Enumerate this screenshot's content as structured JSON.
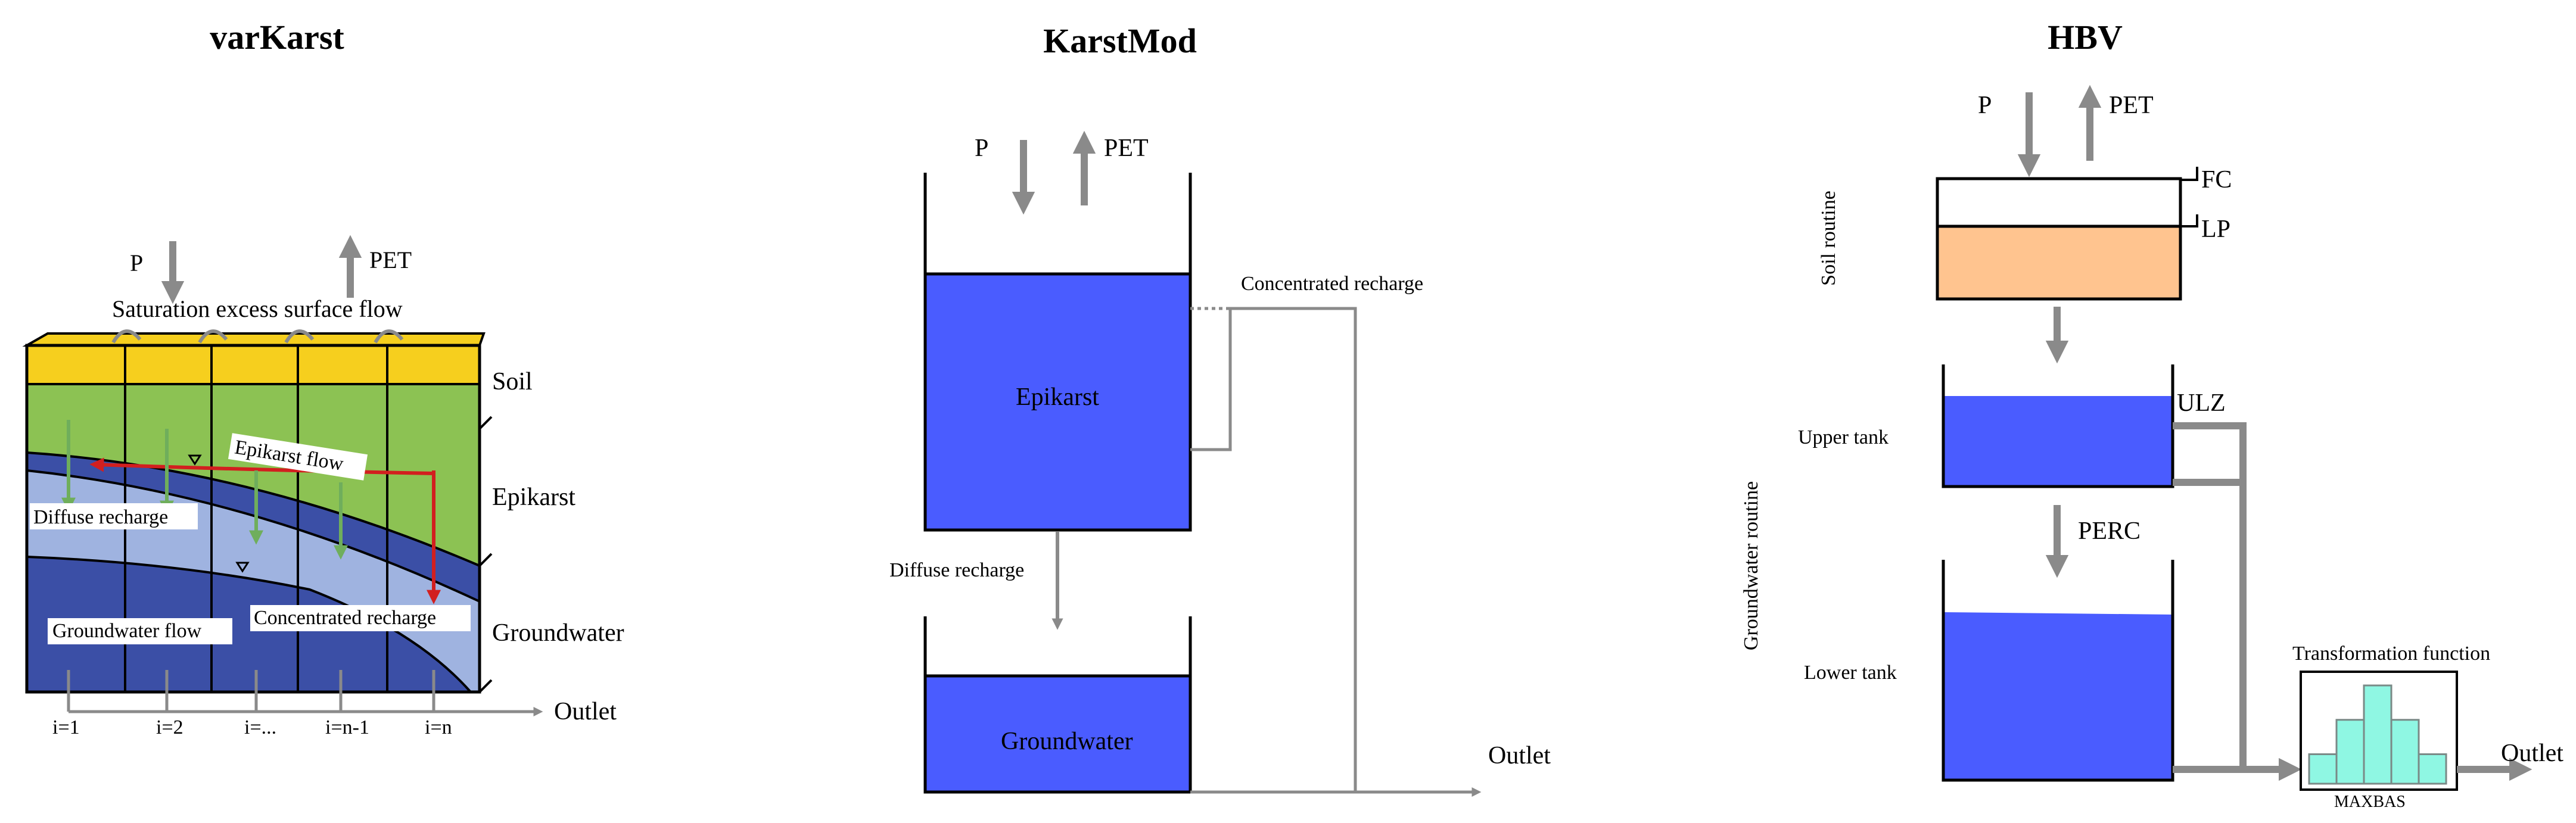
{
  "panels": {
    "varkarst": {
      "title": "varKarst",
      "p": "P",
      "pet": "PET",
      "surface_flow": "Saturation excess surface flow",
      "layers": {
        "soil": "Soil",
        "epikarst": "Epikarst",
        "groundwater": "Groundwater"
      },
      "epikarst_flow": "Epikarst flow",
      "diffuse_recharge": "Diffuse recharge",
      "concentrated_recharge": "Concentrated recharge",
      "groundwater_flow": "Groundwater flow",
      "outlet": "Outlet",
      "compartments": [
        "i=1",
        "i=2",
        "i=...",
        "i=n-1",
        "i=n"
      ]
    },
    "karstmod": {
      "title": "KarstMod",
      "p": "P",
      "pet": "PET",
      "epikarst": "Epikarst",
      "groundwater": "Groundwater",
      "concentrated_recharge": "Concentrated recharge",
      "diffuse_recharge": "Diffuse recharge",
      "outlet": "Outlet"
    },
    "hbv": {
      "title": "HBV",
      "p": "P",
      "pet": "PET",
      "fc": "FC",
      "lp": "LP",
      "soil_routine": "Soil routine",
      "groundwater_routine": "Groundwater routine",
      "upper_tank": "Upper tank",
      "ulz": "ULZ",
      "perc": "PERC",
      "lower_tank": "Lower tank",
      "transformation_function": "Transformation function",
      "maxbas": "MAXBAS",
      "outlet": "Outlet",
      "maxbas_bars": [
        0.3,
        0.65,
        1.0,
        0.65,
        0.3
      ]
    }
  },
  "colors": {
    "water_blue": "#4a5cff",
    "soil_yellow": "#f6cf1e",
    "epikarst_green": "#8cc253",
    "light_blue": "#9fb3e0",
    "dark_blue": "#3b4fa6",
    "soil_orange": "#ffc48f",
    "arrow_gray": "#8a8a8a",
    "maxbas_cyan": "#8ff7e3",
    "red_flow": "#d21f1f",
    "green_flow": "#6fae5c"
  }
}
